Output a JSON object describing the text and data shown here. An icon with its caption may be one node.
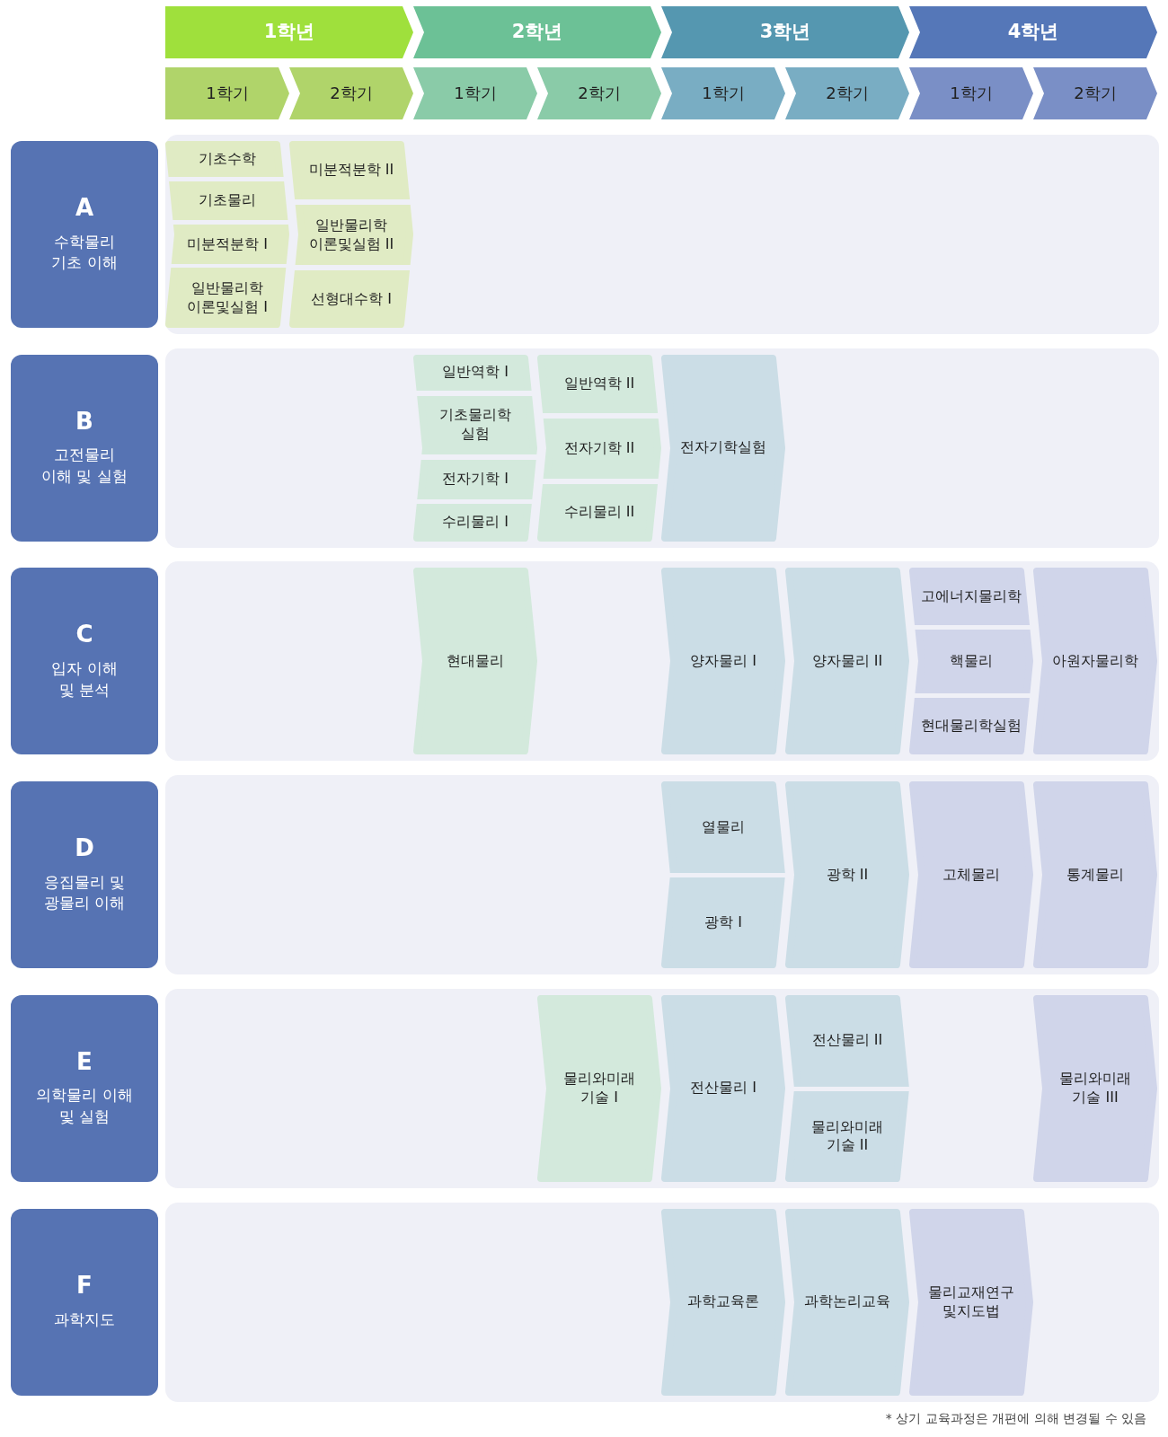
{
  "diagram": {
    "nodes": [
      {
        "text": [
          "1학년"
        ]
      },
      {
        "text": [
          "2학년"
        ]
      },
      {
        "text": [
          "3학년"
        ]
      },
      {
        "text": [
          "4학년"
        ]
      },
      {
        "text": [
          "1학기"
        ]
      },
      {
        "text": [
          "2학기"
        ]
      },
      {
        "text": [
          "1학기"
        ]
      },
      {
        "text": [
          "2학기"
        ]
      },
      {
        "text": [
          "1학기"
        ]
      },
      {
        "text": [
          "2학기"
        ]
      },
      {
        "text": [
          "1학기"
        ]
      },
      {
        "text": [
          "2학기"
        ]
      },
      {
        "text": [
          "A",
          "수학물리 기초 이해"
        ]
      },
      {
        "text": [],
        "shape": "band"
      },
      {
        "text": [
          "기초수학"
        ],
        "in": 13
      },
      {
        "text": [
          "기초물리"
        ],
        "in": 13
      },
      {
        "text": [
          "미분적분학 I"
        ],
        "in": 13
      },
      {
        "text": [
          "일반물리학 이론및실험 I"
        ],
        "in": 13
      },
      {
        "text": [
          "미분적분학 II"
        ],
        "in": 13
      },
      {
        "text": [
          "일반물리학 이론및실험 II"
        ],
        "in": 13
      },
      {
        "text": [
          "선형대수학 I"
        ],
        "in": 13
      },
      {
        "text": [
          "B",
          "고전물리 이해 및 실험"
        ]
      },
      {
        "text": [],
        "shape": "band"
      },
      {
        "text": [
          "일반역학 I"
        ],
        "in": 22
      },
      {
        "text": [
          "기초물리학 실험"
        ],
        "in": 22
      },
      {
        "text": [
          "전자기학 I"
        ],
        "in": 22
      },
      {
        "text": [
          "수리물리 I"
        ],
        "in": 22
      },
      {
        "text": [
          "일반역학 II"
        ],
        "in": 22
      },
      {
        "text": [
          "전자기학 II"
        ],
        "in": 22
      },
      {
        "text": [
          "수리물리 II"
        ],
        "in": 22
      },
      {
        "text": [
          "전자기학실험"
        ],
        "in": 22
      },
      {
        "text": [
          "C",
          "입자 이해 및 분석"
        ]
      },
      {
        "text": [],
        "shape": "band"
      },
      {
        "text": [
          "현대물리"
        ],
        "in": 32
      },
      {
        "text": [
          "양자물리 I"
        ],
        "in": 32
      },
      {
        "text": [
          "양자물리 II"
        ],
        "in": 32
      },
      {
        "text": [
          "고에너지물리학"
        ],
        "in": 32
      },
      {
        "text": [
          "핵물리"
        ],
        "in": 32
      },
      {
        "text": [
          "현대물리학실험"
        ],
        "in": 32
      },
      {
        "text": [
          "아원자물리학"
        ],
        "in": 32
      },
      {
        "text": [
          "D",
          "응집물리 및 광물리 이해"
        ]
      },
      {
        "text": [],
        "shape": "band"
      },
      {
        "text": [
          "열물리"
        ],
        "in": 41
      },
      {
        "text": [
          "광학 I"
        ],
        "in": 41
      },
      {
        "text": [
          "광학 II"
        ],
        "in": 41
      },
      {
        "text": [
          "고체물리"
        ],
        "in": 41
      },
      {
        "text": [
          "통계물리"
        ],
        "in": 41
      },
      {
        "text": [
          "E",
          "의학물리 이해 및 실험"
        ]
      },
      {
        "text": [],
        "shape": "band"
      },
      {
        "text": [
          "물리와미래 기술 I"
        ],
        "in": 48
      },
      {
        "text": [
          "전산물리 I"
        ],
        "in": 48
      },
      {
        "text": [
          "전산물리 II"
        ],
        "in": 48
      },
      {
        "text": [
          "물리와미래 기술 II"
        ],
        "in": 48
      },
      {
        "text": [
          "물리와미래 기술 III"
        ],
        "in": 48
      },
      {
        "text": [
          "F",
          "과학지도"
        ]
      },
      {
        "text": [],
        "shape": "band"
      },
      {
        "text": [
          "과학교육론"
        ],
        "in": 55
      },
      {
        "text": [
          "과학논리교육"
        ],
        "in": 55
      },
      {
        "text": [
          "물리교재연구 및지도법"
        ],
        "in": 55
      }
    ],
    "labels": [
      "* 상기 교육과정은 개편에 의해 변경될 수 있음"
    ]
  }
}
